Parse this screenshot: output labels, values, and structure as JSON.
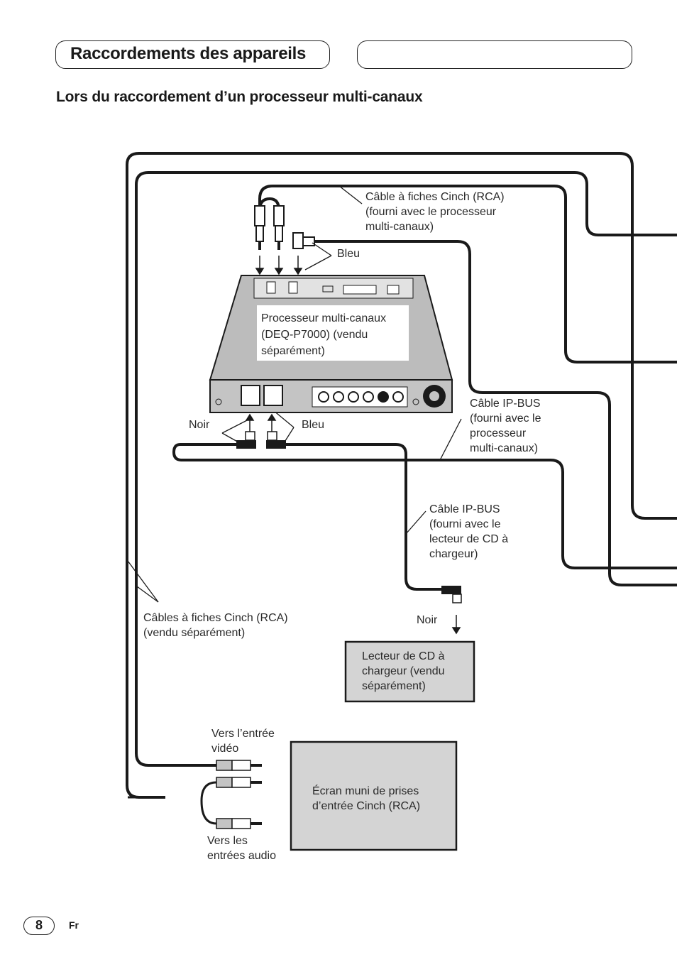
{
  "header": {
    "section_title": "Raccordements des appareils",
    "subtitle": "Lors du raccordement d’un processeur multi-canaux"
  },
  "labels": {
    "rca_cable_processor": "Câble à fiches Cinch (RCA)\n(fourni avec le processeur\nmulti-canaux)",
    "bleu_top": "Bleu",
    "processor": "Processeur multi-canaux\n(DEQ-P7000) (vendu\nséparément)",
    "noir_left": "Noir",
    "bleu_mid": "Bleu",
    "ipbus_processor": "Câble IP-BUS\n(fourni avec le\nprocesseur\nmulti-canaux)",
    "ipbus_cd": "Câble IP-BUS\n(fourni avec le\nlecteur de CD à\nchargeur)",
    "rca_cables_sold": "Câbles à fiches Cinch (RCA)\n(vendu séparément)",
    "noir_cd": "Noir",
    "cd_changer": "Lecteur de CD à\nchargeur (vendu\nséparément)",
    "video_input": "Vers l’entrée\nvidéo",
    "display": "Écran muni de prises\nd’entrée Cinch (RCA)",
    "audio_inputs": "Vers les\nentrées audio"
  },
  "footer": {
    "page_number": "8",
    "language": "Fr"
  },
  "colors": {
    "box_fill": "#d4d4d4",
    "processor_fill": "#bcbcbc",
    "cable": "#1a1a1a"
  }
}
